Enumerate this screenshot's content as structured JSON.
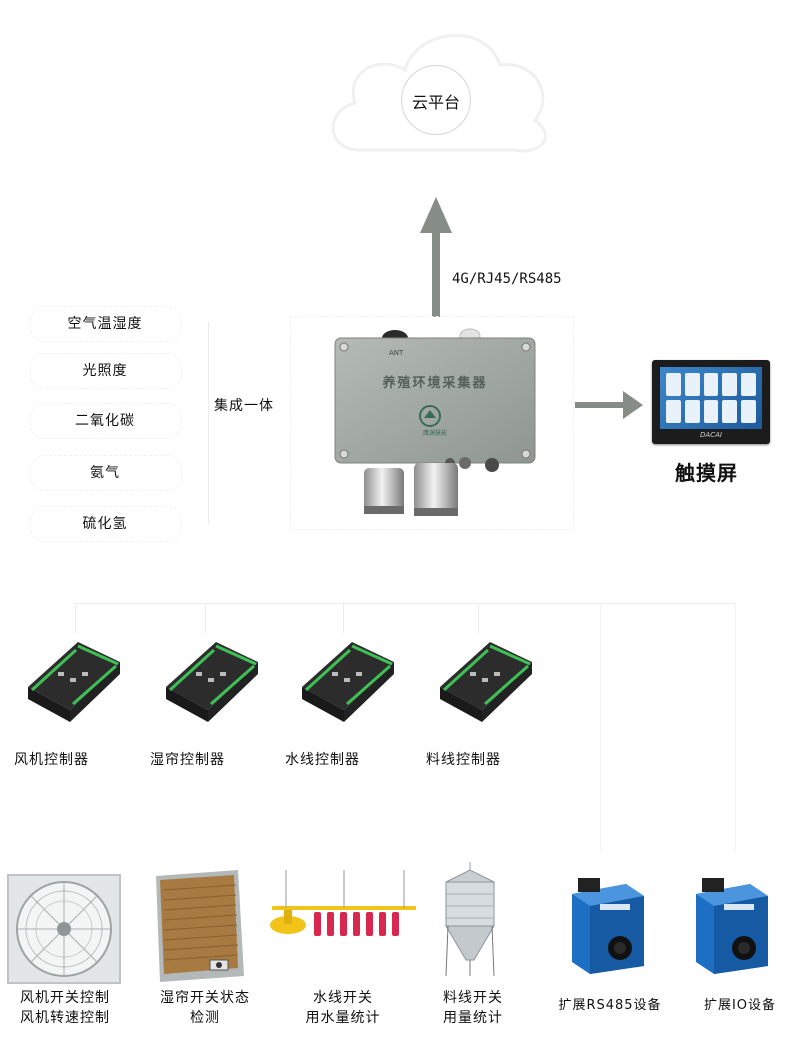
{
  "cloud": {
    "label": "云平台"
  },
  "uplink": {
    "label": "4G/RJ45/RS485"
  },
  "sensors": {
    "items": [
      "空气温湿度",
      "光照度",
      "二氧化碳",
      "氨气",
      "硫化氢"
    ],
    "integration_label": "集成一体"
  },
  "device": {
    "title": "养殖环境采集器",
    "ant_label": "ANT",
    "brand": "鹰渊慧能"
  },
  "touchscreen": {
    "label": "触摸屏",
    "brand": "DACAI"
  },
  "controllers": [
    "风机控制器",
    "湿帘控制器",
    "水线控制器",
    "料线控制器"
  ],
  "equipment": [
    {
      "line1": "风机开关控制",
      "line2": "风机转速控制"
    },
    {
      "line1": "湿帘开关状态",
      "line2": "检测"
    },
    {
      "line1": "水线开关",
      "line2": "用水量统计"
    },
    {
      "line1": "料线开关",
      "line2": "用量统计"
    },
    {
      "line1": "扩展RS485设备",
      "line2": ""
    },
    {
      "line1": "扩展IO设备",
      "line2": ""
    }
  ],
  "colors": {
    "arrow": "#868c86",
    "device_body": "#a3aaa5",
    "probe_green": "#7fd37a",
    "sensor_blue": "#1d6fc4",
    "pad_brown": "#a77a42",
    "feeder_red": "#d8284f",
    "feeder_yellow": "#f2c419"
  }
}
